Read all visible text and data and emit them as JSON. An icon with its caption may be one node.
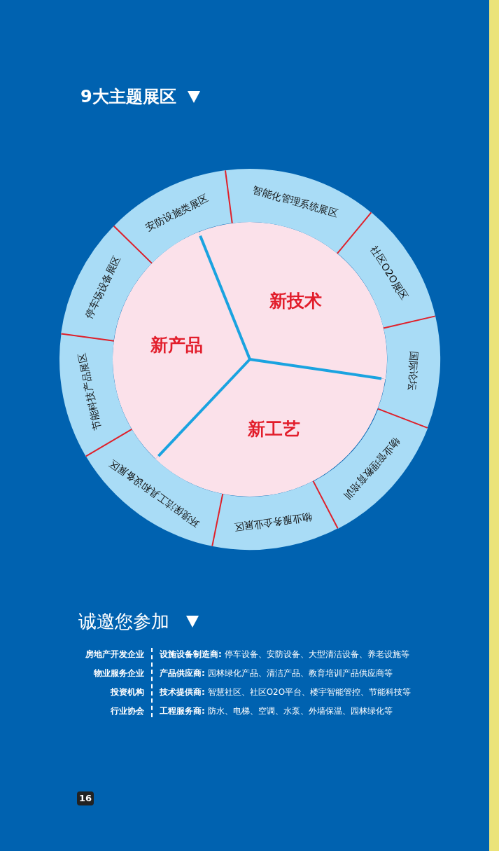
{
  "diagram": {
    "title": "9大主题展区",
    "nodes": [
      {
        "text": [
          "新技术"
        ]
      },
      {
        "text": [
          "新工艺"
        ]
      },
      {
        "text": [
          "新产品"
        ]
      },
      {
        "text": [
          "智能化管理系统展区"
        ]
      },
      {
        "text": [
          "社区O2O展区"
        ]
      },
      {
        "text": [
          "国际论坛"
        ]
      },
      {
        "text": [
          "物业管理教育培训"
        ]
      },
      {
        "text": [
          "物业服务企业展区"
        ]
      },
      {
        "text": [
          "环境保洁工具和设备展区"
        ]
      },
      {
        "text": [
          "节能科技产品展区"
        ]
      },
      {
        "text": [
          "停车场设备展区"
        ]
      },
      {
        "text": [
          "安防设施类展区"
        ]
      }
    ],
    "edges": [],
    "labels": [
      "诚邀您参加",
      "房地产开发企业",
      "**设施设备制造商:** 停车设备、安防设备、大型清洁设备、养老设施等",
      "物业服务企业",
      "**产品供应商:** 园林绿化产品、清洁产品、教育培训产品供应商等",
      "投资机构",
      "**技术提供商:** 智慧社区、社区O2O平台、楼宇智能管控、节能科技等",
      "行业协会",
      "**工程服务商:** 防水、电梯、空调、水泵、外墙保温、园林绿化等",
      "16"
    ]
  }
}
